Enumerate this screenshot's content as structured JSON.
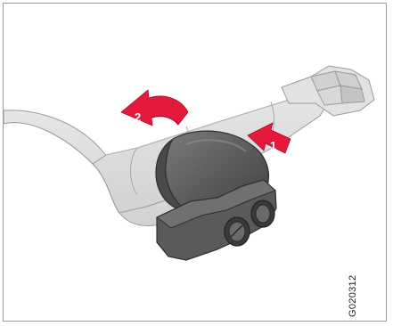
{
  "figure": {
    "code": "G020312",
    "steps": [
      {
        "number": "1",
        "description": ""
      },
      {
        "number": "2",
        "description": ""
      }
    ]
  },
  "colors": {
    "frame_border": "#9a9a9a",
    "part_fill": "#dcdcdc",
    "part_stroke": "#8a8a8a",
    "device_fill": "#585858",
    "device_dark": "#3a3a3a",
    "device_light": "#7a7a7a",
    "arrow_red": "#e4193c"
  }
}
